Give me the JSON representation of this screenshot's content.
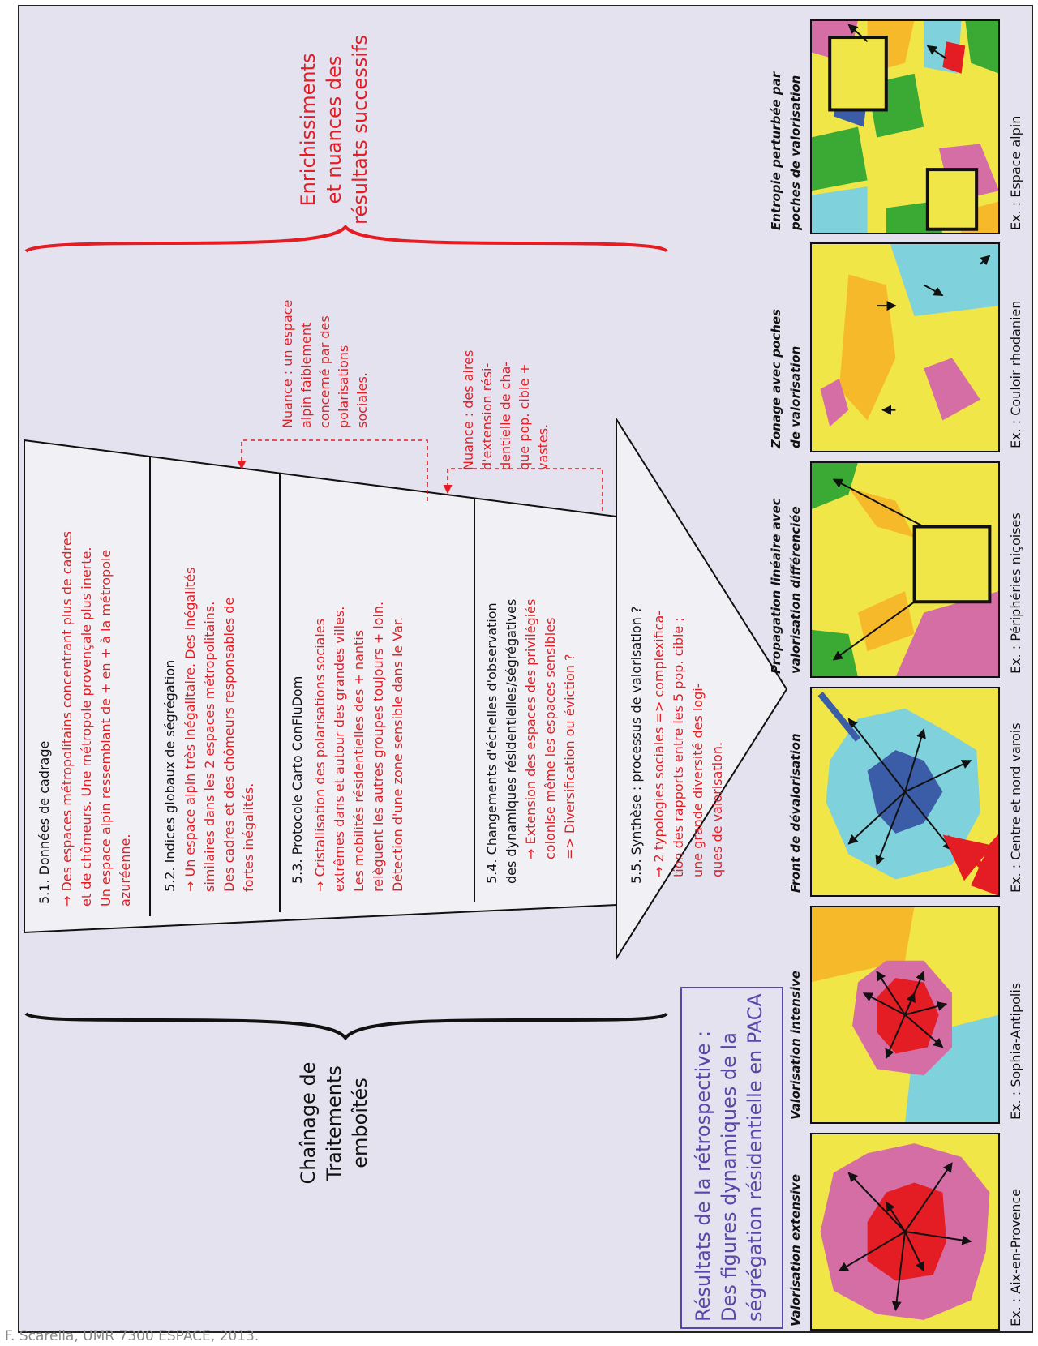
{
  "credit": "F. Scarella, UMR 7300 ESPACE, 2013.",
  "colors": {
    "background": "#e3e2ee",
    "accent_red": "#e41c24",
    "yellow": "#f1e648",
    "orange": "#f6b92a",
    "pink": "#d66ea6",
    "red": "#e41c24",
    "cyan": "#7fd1dc",
    "blue": "#3b5ca6",
    "green": "#3aaa35"
  },
  "brace_left_label": [
    "Chaînage de",
    "Traitements",
    "emboîtés"
  ],
  "brace_right_label": [
    "Enrichissiments",
    "et nuances des",
    "résultats successifs"
  ],
  "results_box": [
    "Résultats de la rétrospective :",
    "Des figures dynamiques de la",
    "ségrégation résidentielle en PACA"
  ],
  "sections": [
    {
      "title": "5.1. Données de cadrage",
      "lines": [
        "Des espaces métropolitains concentrant plus de cadres",
        "et de chômeurs. Une métropole provençale plus inerte.",
        "Un espace alpin ressemblant de + en + à la métropole",
        "azuréenne."
      ]
    },
    {
      "title": "5.2. Indices globaux de ségrégation",
      "lines": [
        "Un espace alpin très inégalitaire. Des inégalités",
        "similaires dans les 2 espaces métropolitains.",
        "Des cadres et des chômeurs responsables de",
        "fortes inégalités."
      ]
    },
    {
      "title": "5.3. Protocole Carto ConFluDom",
      "lines": [
        "Cristallisation des polarisations sociales",
        "extrêmes dans et autour des grandes villes.",
        "Les mobilités résidentielles des + nantis",
        "relèguent les autres groupes toujours + loin.",
        "Détection d'une zone sensible dans le Var."
      ]
    },
    {
      "title": "5.4.  Changements d'échelles d'observation",
      "title2": "des dynamiques résidentielles/ségrégatives",
      "lines": [
        "Extension des espaces des privilégiés",
        "colonise même les espaces sensibles",
        "=> Diversification ou éviction ?"
      ]
    },
    {
      "title": "5.5. Synthèse : processus de valorisation ?",
      "lines": [
        "2 typologies sociales => complexifica-",
        "tion des rapports entre les 5 pop. cible ;",
        "une grande diversité des logi-",
        "ques de valorisation."
      ]
    }
  ],
  "nuances": [
    {
      "lines": [
        "Nuance : un espace",
        "alpin faiblement",
        "concerné par des",
        "polarisations",
        "sociales."
      ]
    },
    {
      "lines": [
        "Nuance : des aires",
        "d'extension rési-",
        "dentielle de cha-",
        "que pop. cible +",
        "vastes."
      ]
    }
  ],
  "panels": [
    {
      "title": "Valorisation extensive",
      "example": "Ex. : Aix-en-Provence"
    },
    {
      "title": "Valorisation intensive",
      "example": "Ex. : Sophia-Antipolis"
    },
    {
      "title": "Front de dévalorisation",
      "example": "Ex. : Centre et nord varois"
    },
    {
      "title": "Propagation linéaire avec valorisation différenciée",
      "example": "Ex. : Périphéries niçoises"
    },
    {
      "title": "Zonage avec poches de valorisation",
      "example": "Ex. : Couloir rhodanien"
    },
    {
      "title": "Entropie perturbée par poches de valorisation",
      "example": "Ex. : Espace alpin"
    }
  ]
}
